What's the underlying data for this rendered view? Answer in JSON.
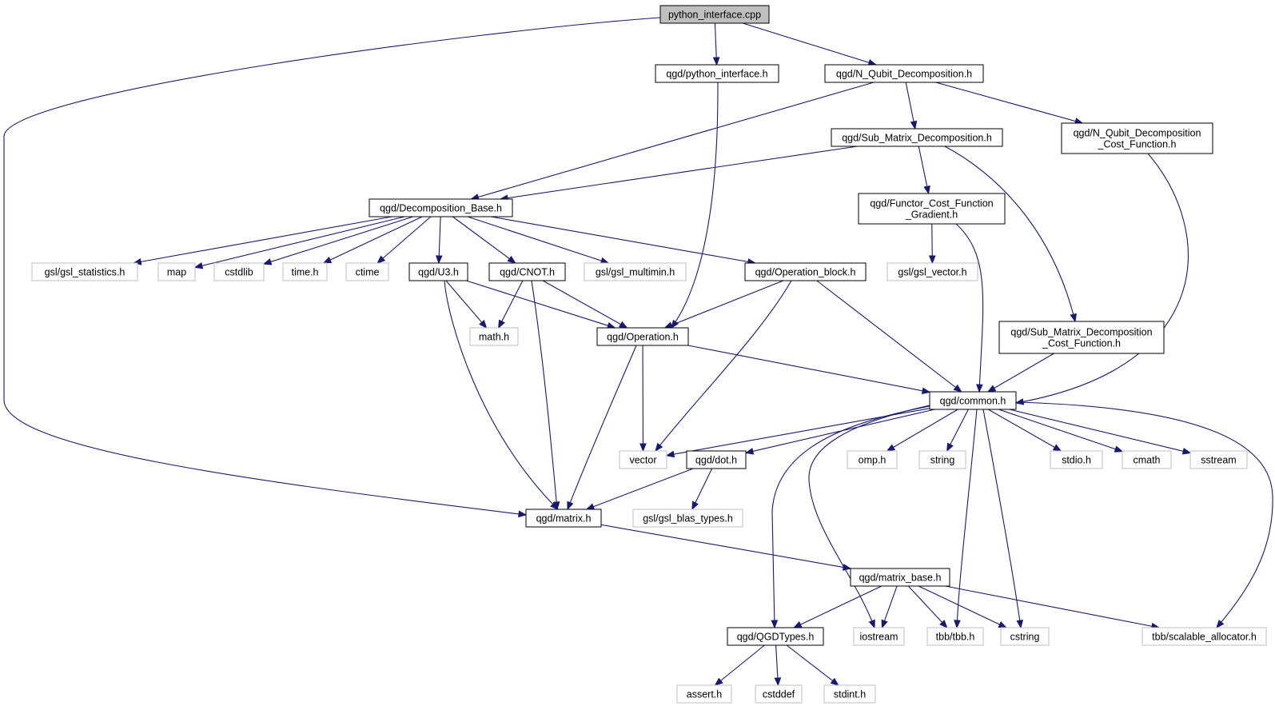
{
  "graph": {
    "nodes": [
      {
        "id": "python_interface_cpp",
        "lines": [
          "python_interface.cpp"
        ],
        "kind": "root"
      },
      {
        "id": "qgd_python_interface_h",
        "lines": [
          "qgd/python_interface.h"
        ],
        "kind": "file"
      },
      {
        "id": "qgd_N_Qubit_Decomposition_h",
        "lines": [
          "qgd/N_Qubit_Decomposition.h"
        ],
        "kind": "file"
      },
      {
        "id": "qgd_Sub_Matrix_Decomposition_h",
        "lines": [
          "qgd/Sub_Matrix_Decomposition.h"
        ],
        "kind": "file"
      },
      {
        "id": "qgd_N_Qubit_Decomposition_Cost_Function_h",
        "lines": [
          "qgd/N_Qubit_Decomposition",
          "_Cost_Function.h"
        ],
        "kind": "file"
      },
      {
        "id": "qgd_Decomposition_Base_h",
        "lines": [
          "qgd/Decomposition_Base.h"
        ],
        "kind": "file"
      },
      {
        "id": "qgd_Functor_Cost_Function_Gradient_h",
        "lines": [
          "qgd/Functor_Cost_Function",
          "_Gradient.h"
        ],
        "kind": "file"
      },
      {
        "id": "gsl_gsl_statistics_h",
        "lines": [
          "gsl/gsl_statistics.h"
        ],
        "kind": "sys"
      },
      {
        "id": "map",
        "lines": [
          "map"
        ],
        "kind": "sys"
      },
      {
        "id": "cstdlib",
        "lines": [
          "cstdlib"
        ],
        "kind": "sys"
      },
      {
        "id": "time_h",
        "lines": [
          "time.h"
        ],
        "kind": "sys"
      },
      {
        "id": "ctime",
        "lines": [
          "ctime"
        ],
        "kind": "sys"
      },
      {
        "id": "qgd_U3_h",
        "lines": [
          "qgd/U3.h"
        ],
        "kind": "file"
      },
      {
        "id": "qgd_CNOT_h",
        "lines": [
          "qgd/CNOT.h"
        ],
        "kind": "file"
      },
      {
        "id": "gsl_gsl_multimin_h",
        "lines": [
          "gsl/gsl_multimin.h"
        ],
        "kind": "sys"
      },
      {
        "id": "qgd_Operation_block_h",
        "lines": [
          "qgd/Operation_block.h"
        ],
        "kind": "file"
      },
      {
        "id": "gsl_gsl_vector_h",
        "lines": [
          "gsl/gsl_vector.h"
        ],
        "kind": "sys"
      },
      {
        "id": "math_h",
        "lines": [
          "math.h"
        ],
        "kind": "sys"
      },
      {
        "id": "qgd_Operation_h",
        "lines": [
          "qgd/Operation.h"
        ],
        "kind": "file"
      },
      {
        "id": "qgd_Sub_Matrix_Decomposition_Cost_Function_h",
        "lines": [
          "qgd/Sub_Matrix_Decomposition",
          "_Cost_Function.h"
        ],
        "kind": "file"
      },
      {
        "id": "qgd_common_h",
        "lines": [
          "qgd/common.h"
        ],
        "kind": "file"
      },
      {
        "id": "vector",
        "lines": [
          "vector"
        ],
        "kind": "sys"
      },
      {
        "id": "qgd_dot_h",
        "lines": [
          "qgd/dot.h"
        ],
        "kind": "file"
      },
      {
        "id": "omp_h",
        "lines": [
          "omp.h"
        ],
        "kind": "sys"
      },
      {
        "id": "string",
        "lines": [
          "string"
        ],
        "kind": "sys"
      },
      {
        "id": "stdio_h",
        "lines": [
          "stdio.h"
        ],
        "kind": "sys"
      },
      {
        "id": "cmath",
        "lines": [
          "cmath"
        ],
        "kind": "sys"
      },
      {
        "id": "sstream",
        "lines": [
          "sstream"
        ],
        "kind": "sys"
      },
      {
        "id": "qgd_matrix_h",
        "lines": [
          "qgd/matrix.h"
        ],
        "kind": "file"
      },
      {
        "id": "gsl_gsl_blas_types_h",
        "lines": [
          "gsl/gsl_blas_types.h"
        ],
        "kind": "sys"
      },
      {
        "id": "qgd_matrix_base_h",
        "lines": [
          "qgd/matrix_base.h"
        ],
        "kind": "file"
      },
      {
        "id": "qgd_QGDTypes_h",
        "lines": [
          "qgd/QGDTypes.h"
        ],
        "kind": "file"
      },
      {
        "id": "iostream",
        "lines": [
          "iostream"
        ],
        "kind": "sys"
      },
      {
        "id": "tbb_tbb_h",
        "lines": [
          "tbb/tbb.h"
        ],
        "kind": "sys"
      },
      {
        "id": "cstring",
        "lines": [
          "cstring"
        ],
        "kind": "sys"
      },
      {
        "id": "tbb_scalable_allocator_h",
        "lines": [
          "tbb/scalable_allocator.h"
        ],
        "kind": "sys"
      },
      {
        "id": "assert_h",
        "lines": [
          "assert.h"
        ],
        "kind": "sys"
      },
      {
        "id": "cstddef",
        "lines": [
          "cstddef"
        ],
        "kind": "sys"
      },
      {
        "id": "stdint_h",
        "lines": [
          "stdint.h"
        ],
        "kind": "sys"
      }
    ],
    "edges": [
      [
        "python_interface_cpp",
        "qgd_python_interface_h"
      ],
      [
        "python_interface_cpp",
        "qgd_N_Qubit_Decomposition_h"
      ],
      [
        "python_interface_cpp",
        "qgd_matrix_h"
      ],
      [
        "qgd_python_interface_h",
        "qgd_Operation_h"
      ],
      [
        "qgd_N_Qubit_Decomposition_h",
        "qgd_Decomposition_Base_h"
      ],
      [
        "qgd_N_Qubit_Decomposition_h",
        "qgd_Sub_Matrix_Decomposition_h"
      ],
      [
        "qgd_N_Qubit_Decomposition_h",
        "qgd_N_Qubit_Decomposition_Cost_Function_h"
      ],
      [
        "qgd_Sub_Matrix_Decomposition_h",
        "qgd_Decomposition_Base_h"
      ],
      [
        "qgd_Sub_Matrix_Decomposition_h",
        "qgd_Functor_Cost_Function_Gradient_h"
      ],
      [
        "qgd_Sub_Matrix_Decomposition_h",
        "qgd_Sub_Matrix_Decomposition_Cost_Function_h"
      ],
      [
        "qgd_N_Qubit_Decomposition_Cost_Function_h",
        "qgd_common_h"
      ],
      [
        "qgd_Decomposition_Base_h",
        "gsl_gsl_statistics_h"
      ],
      [
        "qgd_Decomposition_Base_h",
        "map"
      ],
      [
        "qgd_Decomposition_Base_h",
        "cstdlib"
      ],
      [
        "qgd_Decomposition_Base_h",
        "time_h"
      ],
      [
        "qgd_Decomposition_Base_h",
        "ctime"
      ],
      [
        "qgd_Decomposition_Base_h",
        "qgd_U3_h"
      ],
      [
        "qgd_Decomposition_Base_h",
        "qgd_CNOT_h"
      ],
      [
        "qgd_Decomposition_Base_h",
        "gsl_gsl_multimin_h"
      ],
      [
        "qgd_Decomposition_Base_h",
        "qgd_Operation_block_h"
      ],
      [
        "qgd_Functor_Cost_Function_Gradient_h",
        "gsl_gsl_vector_h"
      ],
      [
        "qgd_Functor_Cost_Function_Gradient_h",
        "qgd_common_h"
      ],
      [
        "qgd_U3_h",
        "math_h"
      ],
      [
        "qgd_U3_h",
        "qgd_Operation_h"
      ],
      [
        "qgd_U3_h",
        "qgd_matrix_h"
      ],
      [
        "qgd_CNOT_h",
        "math_h"
      ],
      [
        "qgd_CNOT_h",
        "qgd_Operation_h"
      ],
      [
        "qgd_CNOT_h",
        "qgd_matrix_h"
      ],
      [
        "qgd_Operation_block_h",
        "qgd_Operation_h"
      ],
      [
        "qgd_Operation_block_h",
        "vector"
      ],
      [
        "qgd_Operation_block_h",
        "qgd_common_h"
      ],
      [
        "qgd_Operation_h",
        "qgd_common_h"
      ],
      [
        "qgd_Operation_h",
        "vector"
      ],
      [
        "qgd_Operation_h",
        "qgd_matrix_h"
      ],
      [
        "qgd_Sub_Matrix_Decomposition_Cost_Function_h",
        "qgd_common_h"
      ],
      [
        "qgd_common_h",
        "vector"
      ],
      [
        "qgd_common_h",
        "qgd_dot_h"
      ],
      [
        "qgd_common_h",
        "omp_h"
      ],
      [
        "qgd_common_h",
        "string"
      ],
      [
        "qgd_common_h",
        "stdio_h"
      ],
      [
        "qgd_common_h",
        "cmath"
      ],
      [
        "qgd_common_h",
        "sstream"
      ],
      [
        "qgd_common_h",
        "qgd_QGDTypes_h"
      ],
      [
        "qgd_common_h",
        "iostream"
      ],
      [
        "qgd_common_h",
        "tbb_tbb_h"
      ],
      [
        "qgd_common_h",
        "cstring"
      ],
      [
        "qgd_common_h",
        "tbb_scalable_allocator_h"
      ],
      [
        "qgd_dot_h",
        "qgd_matrix_h"
      ],
      [
        "qgd_dot_h",
        "gsl_gsl_blas_types_h"
      ],
      [
        "qgd_matrix_h",
        "qgd_matrix_base_h"
      ],
      [
        "qgd_matrix_base_h",
        "qgd_QGDTypes_h"
      ],
      [
        "qgd_matrix_base_h",
        "iostream"
      ],
      [
        "qgd_matrix_base_h",
        "tbb_tbb_h"
      ],
      [
        "qgd_matrix_base_h",
        "cstring"
      ],
      [
        "qgd_matrix_base_h",
        "tbb_scalable_allocator_h"
      ],
      [
        "qgd_QGDTypes_h",
        "assert_h"
      ],
      [
        "qgd_QGDTypes_h",
        "cstddef"
      ],
      [
        "qgd_QGDTypes_h",
        "stdint_h"
      ]
    ]
  }
}
